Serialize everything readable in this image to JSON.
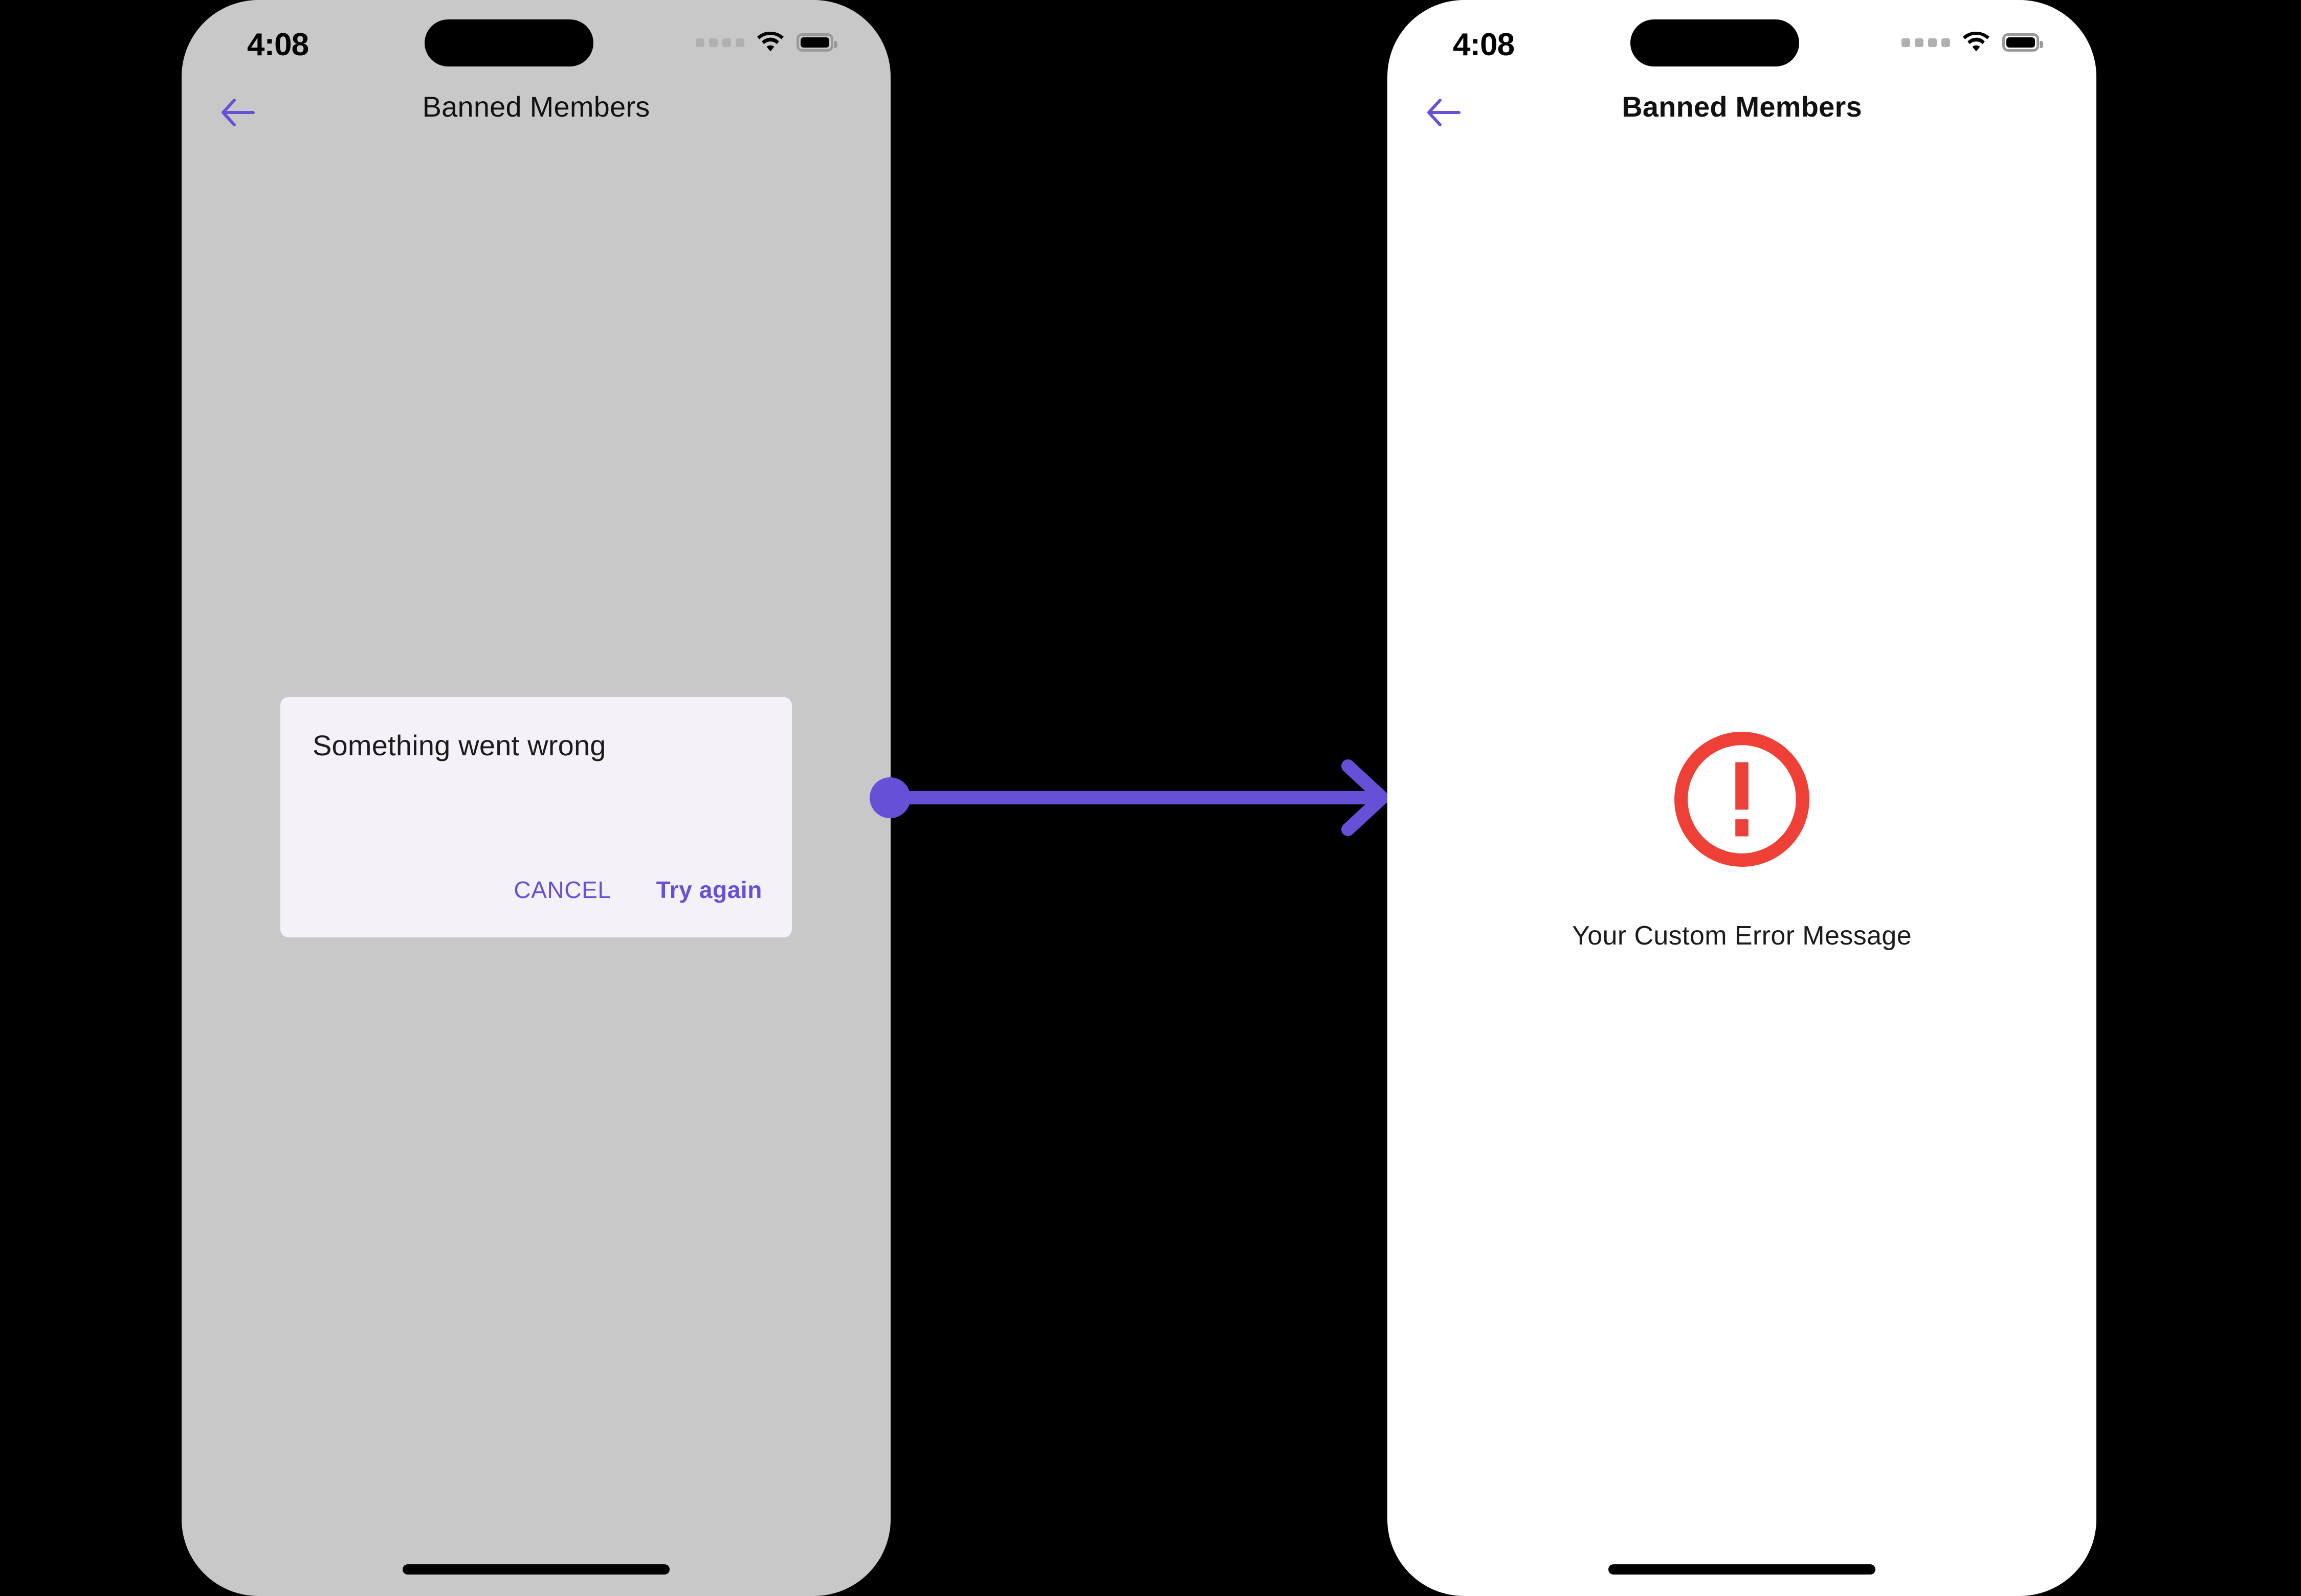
{
  "theme": {
    "accent_purple": "#6750D8",
    "error_red": "#EE4036",
    "scrim_gray": "#C8C8C8",
    "dialog_bg": "#F4F1F8",
    "screen_bg": "#FFFFFF",
    "canvas_bg": "#000000"
  },
  "phones": [
    {
      "id": "before",
      "status_bar": {
        "time": "4:08",
        "cellular_icon": "signal-dots-icon",
        "wifi_icon": "wifi-icon",
        "battery_icon": "battery-full-icon"
      },
      "nav": {
        "back_icon": "arrow-left-icon",
        "title": "Banned Members"
      },
      "dialog": {
        "title": "Something went wrong",
        "cancel_label": "CANCEL",
        "retry_label": "Try again"
      }
    },
    {
      "id": "after",
      "status_bar": {
        "time": "4:08",
        "cellular_icon": "signal-dots-icon",
        "wifi_icon": "wifi-icon",
        "battery_icon": "battery-full-icon"
      },
      "nav": {
        "back_icon": "arrow-left-icon",
        "title": "Banned Members"
      },
      "error_state": {
        "icon": "error-circle-exclamation-icon",
        "message": "Your Custom Error Message"
      }
    }
  ],
  "connector": {
    "icon": "arrow-right-icon",
    "start_marker": "dot-marker"
  }
}
